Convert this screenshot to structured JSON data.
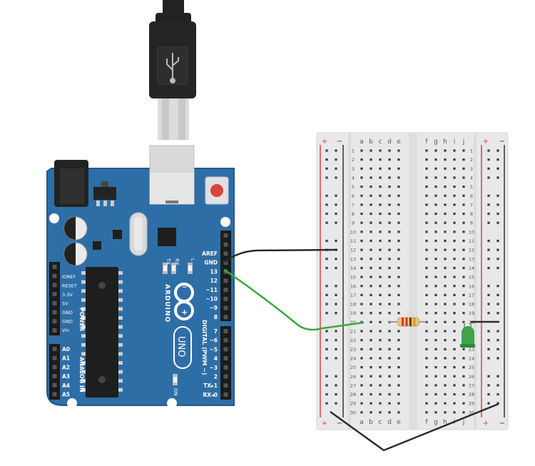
{
  "arduino": {
    "brand": "ARDUINO",
    "model": "UNO",
    "colors": {
      "board": "#2e6ea6",
      "board_edge": "#24598a",
      "header": "#1b1b1b",
      "chip": "#1e1e1e"
    },
    "power_labels": [
      "IOREF",
      "RESET",
      "3.3V",
      "5V",
      "GND",
      "GND",
      "Vin"
    ],
    "power_section": "POWER",
    "analog_labels": [
      "A0",
      "A1",
      "A2",
      "A3",
      "A4",
      "A5"
    ],
    "analog_section": "ANALOG IN",
    "digital_top_labels": [
      "AREF",
      "GND",
      "13",
      "12",
      "~11",
      "~10",
      "~9",
      "8"
    ],
    "digital_bottom_labels": [
      "7",
      "~6",
      "~5",
      "4",
      "~3",
      "2",
      "TX▸1",
      "RX◂0"
    ],
    "digital_section": "DIGITAL (PWM ~)",
    "led_tx": "TX",
    "led_rx": "RX",
    "led_l": "L",
    "led_on": "ON"
  },
  "breadboard": {
    "rail_plus": "+",
    "rail_minus": "−",
    "columns_left": [
      "a",
      "b",
      "c",
      "d",
      "e"
    ],
    "columns_right": [
      "f",
      "g",
      "h",
      "i",
      "j"
    ],
    "row_count": 30,
    "colors": {
      "body": "#e8e8e8",
      "rail_red": "#d9433c",
      "rail_dark": "#333333"
    }
  },
  "components": {
    "resistor_bands": [
      "#e0382c",
      "#e0382c",
      "#6b3a1a",
      "#d4a017"
    ],
    "led_color": "#3ea34a"
  },
  "wires": [
    {
      "id": "gnd",
      "color": "#2b2b2b"
    },
    {
      "id": "pin13",
      "color": "#3aa83a"
    },
    {
      "id": "return",
      "color": "#2b2b2b"
    },
    {
      "id": "led-cathode",
      "color": "#2b2b2b"
    }
  ],
  "usb": {
    "colors": {
      "plug": "#222222",
      "metal": "#d7d7d7"
    }
  }
}
